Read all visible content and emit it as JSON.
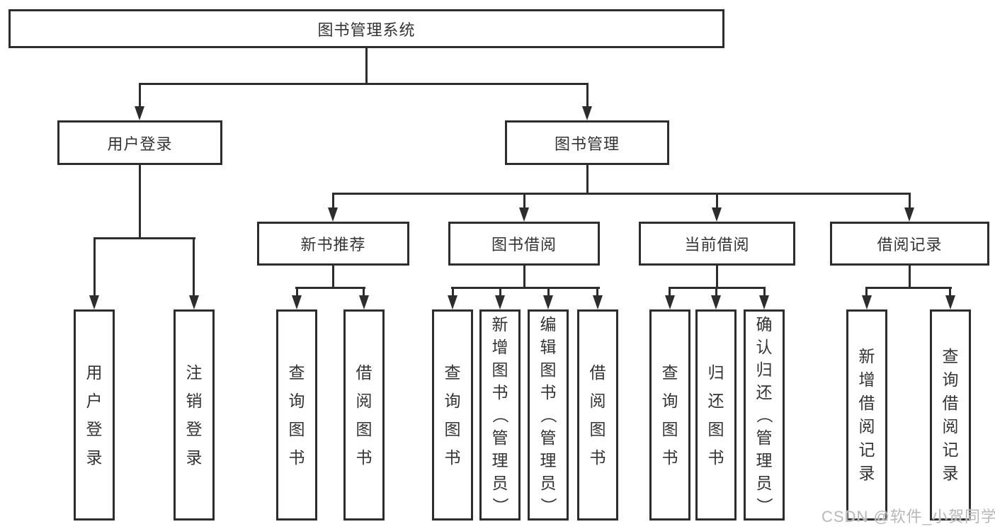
{
  "title": "图书管理系统",
  "nodes": {
    "root": "图书管理系统",
    "level2": [
      "用户登录",
      "图书管理"
    ],
    "level3": [
      "新书推荐",
      "图书借阅",
      "当前借阅",
      "借阅记录"
    ],
    "leaves": {
      "user_login": [
        "用户登录",
        "注销登录"
      ],
      "new_book_recommendation": [
        "查询图书",
        "借阅图书"
      ],
      "book_borrowing": [
        "查询图书",
        "新增图书（管理员）",
        "编辑图书（管理员）",
        "借阅图书"
      ],
      "current_borrowing": [
        "查询图书",
        "归还图书",
        "确认归还（管理员）"
      ],
      "borrowing_records": [
        "新增借阅记录",
        "查询借阅记录"
      ]
    }
  },
  "watermark": "CSDN @软件_小贺同学",
  "colors": {
    "line": "#2d2d2d",
    "text": "#333333",
    "watermark_gray": "#b8b8b8",
    "background": "#ffffff"
  }
}
